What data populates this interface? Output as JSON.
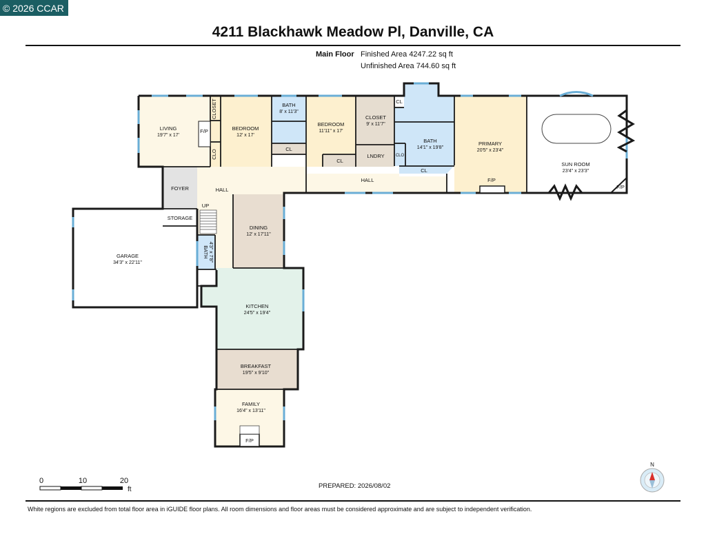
{
  "badge": "© 2026 CCAR",
  "title": "4211 Blackhawk Meadow Pl, Danville, CA",
  "summary": {
    "floor": "Main Floor",
    "finished": "Finished Area 4247.22 sq ft",
    "unfinished": "Unfinished Area 744.60 sq ft"
  },
  "rooms": {
    "living": {
      "name": "LIVING",
      "dim": "19'7\" x 17'"
    },
    "bedroom1": {
      "name": "BEDROOM",
      "dim": "12' x 17'"
    },
    "bath1": {
      "name": "BATH",
      "dim": "8' x 11'3\""
    },
    "bedroom2": {
      "name": "BEDROOM",
      "dim": "11'11\" x 17'"
    },
    "closet": {
      "name": "CLOSET",
      "dim": "9' x 11'7\""
    },
    "bath2": {
      "name": "BATH",
      "dim": "14'1\" x 19'8\""
    },
    "primary": {
      "name": "PRIMARY",
      "dim": "20'5\" x 23'4\""
    },
    "sunroom": {
      "name": "SUN ROOM",
      "dim": "23'4\" x 23'3\""
    },
    "garage": {
      "name": "GARAGE",
      "dim": "34'3\" x 22'11\""
    },
    "dining": {
      "name": "DINING",
      "dim": "12' x 17'11\""
    },
    "kitchen": {
      "name": "KITCHEN",
      "dim": "24'5\" x 19'4\""
    },
    "breakfast": {
      "name": "BREAKFAST",
      "dim": "19'5\" x 9'10\""
    },
    "family": {
      "name": "FAMILY",
      "dim": "16'4\" x 13'11\""
    },
    "bath3": {
      "name": "BATH",
      "dim": "4'3\" x 7'8\""
    }
  },
  "labels": {
    "foyer": "FOYER",
    "hall_west": "HALL",
    "hall_east": "HALL",
    "up": "UP",
    "storage": "STORAGE",
    "laundry": "LNDRY",
    "closet_vertical": "CLOSET",
    "clo": "CLO",
    "clo_small": "CLO",
    "cl": "CL",
    "fp": "F/P"
  },
  "scale": {
    "marks": [
      "0",
      "10",
      "20"
    ],
    "unit": "ft"
  },
  "prepared": "PREPARED: 2026/08/02",
  "north": "N",
  "footer": "White regions are excluded from total floor area in iGUIDE floor plans. All room dimensions and floor areas must be considered approximate and are subject to independent verification.",
  "colors": {
    "badge": "#1b5e63",
    "wall": "#1a1a1a",
    "living": "#fdf7e6",
    "bedroom": "#fdf0cf",
    "bath": "#cfe6f8",
    "closet": "#e6ddd0",
    "primary": "#fdf0cf",
    "hall": "#fdf7e6",
    "kitchen": "#e3f2ea",
    "breakfast": "#e8ddd0",
    "family": "#fdf7e6",
    "garage": "#ffffff",
    "window": "#6aaed6",
    "compass_red": "#d9302c"
  }
}
